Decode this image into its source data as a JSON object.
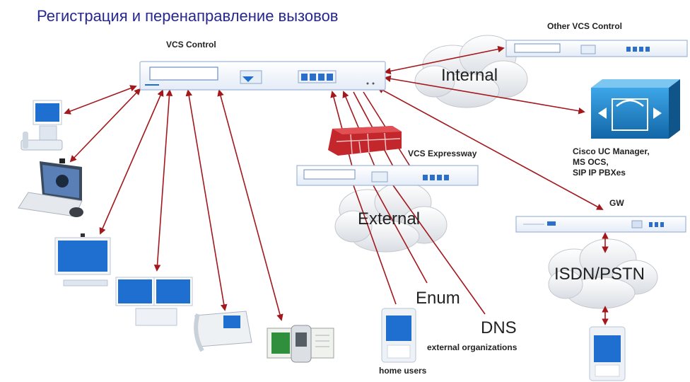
{
  "title": "Регистрация и перенаправление вызовов",
  "labels": {
    "vcs_control": "VCS Control",
    "other_vcs": "Other VCS  Control",
    "vcs_expressway": "VCS Expressway",
    "cisco_uc": [
      "Cisco UC Manager,",
      "MS OCS,",
      "SIP IP PBXes"
    ],
    "gw": "GW",
    "home_users": "home users",
    "external_orgs": "external organizations",
    "enum": "Enum",
    "dns": "DNS"
  },
  "clouds": {
    "internal": "Internal",
    "external": "External",
    "isdn_pstn": "ISDN/PSTN"
  },
  "colors": {
    "title": "#27288e",
    "link": "#a3181d",
    "device_blue": "#1e6fd0",
    "appliance_border": "#9fb6d8",
    "firewall": "#c3272b",
    "cisco_icon": "#1a7fc4"
  }
}
